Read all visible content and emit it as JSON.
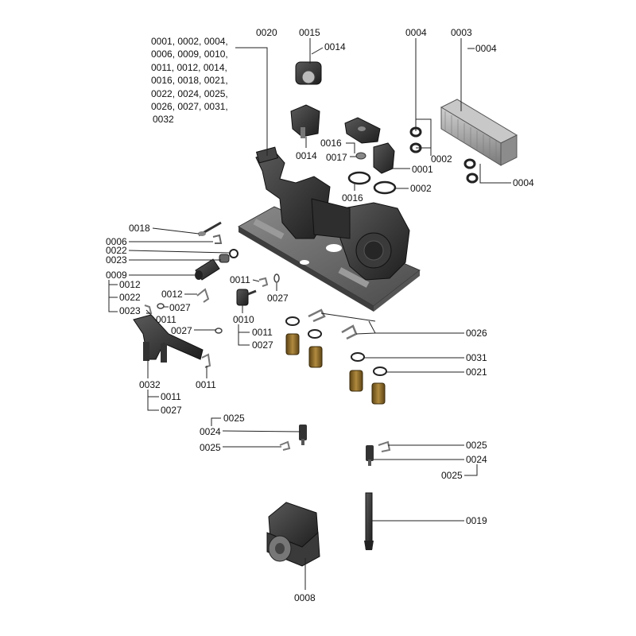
{
  "header_block": [
    "0001, 0002, 0004,",
    "0006, 0009, 0010,",
    "0011, 0012, 0014,",
    "0016, 0018, 0021,",
    "0022, 0024, 0025,",
    "0026, 0027, 0031,",
    "0032"
  ],
  "labels": {
    "l0020": "0020",
    "l0015": "0015",
    "l0014a": "0014",
    "l0014b": "0014",
    "l0004a": "0004",
    "l0003": "0003",
    "l0004b": "0004",
    "l0002a": "0002",
    "l0004c": "0004",
    "l0016a": "0016",
    "l0017": "0017",
    "l0001": "0001",
    "l0016b": "0016",
    "l0002b": "0002",
    "l0018": "0018",
    "l0006": "0006",
    "l0022a": "0022",
    "l0023a": "0023",
    "l0009": "0009",
    "l0012a": "0012",
    "l0022b": "0022",
    "l0023b": "0023",
    "l0012b": "0012",
    "l0027a": "0027",
    "l0011a": "0011",
    "l0027b": "0027",
    "l0032": "0032",
    "l0011b": "0011",
    "l0027c": "0027",
    "l0011c": "0011",
    "l0011d": "0011",
    "l0027d": "0027",
    "l0010": "0010",
    "l0011e": "0011",
    "l0027e": "0027",
    "l0026": "0026",
    "l0031": "0031",
    "l0021": "0021",
    "l0025a": "0025",
    "l0024a": "0024",
    "l0025b": "0025",
    "l0025c": "0025",
    "l0024b": "0024",
    "l0025d": "0025",
    "l0019": "0019",
    "l0008": "0008"
  },
  "colors": {
    "part_dark": "#2b2b2b",
    "part_mid": "#555555",
    "plate": "#6e6e6e",
    "brass": "#8a6a2a",
    "hex_exchanger": "#9a9a9a"
  }
}
